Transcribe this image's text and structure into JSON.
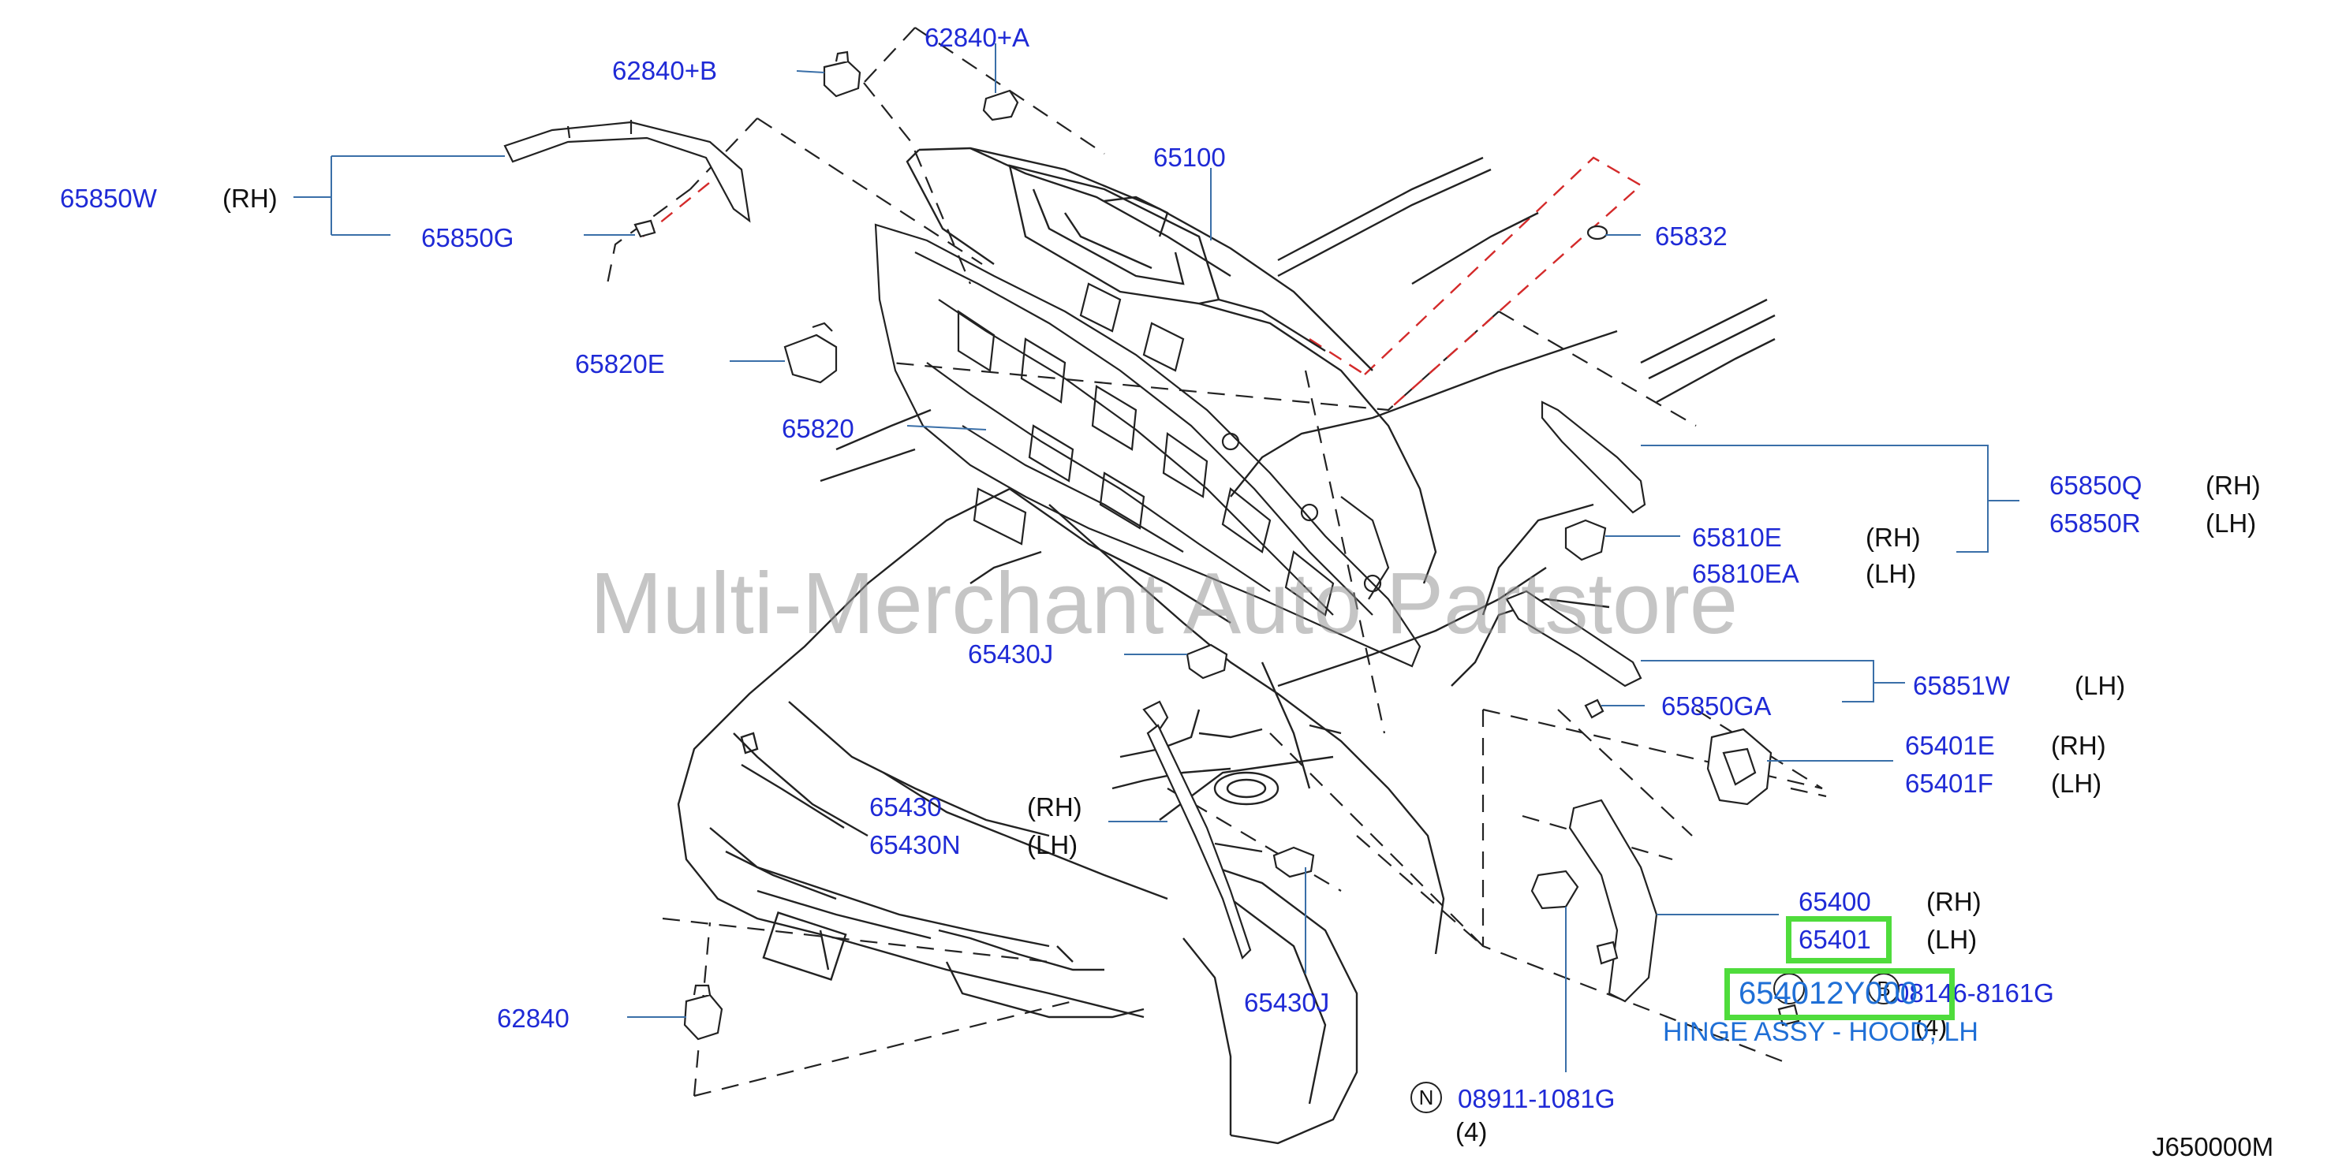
{
  "watermark": "Multi-Merchant Auto Partstore",
  "diagram_code": "J650000M",
  "colors": {
    "part_number": "#1f2ad6",
    "side": "#111111",
    "highlight_border": "#4fdc3c",
    "highlight_text": "#1f6fd6",
    "leader": "#3a6fa8",
    "line_art": "#222222",
    "dash_red": "#d42a2a"
  },
  "labels": {
    "p62840b": "62840+B",
    "p62840a": "62840+A",
    "p65100": "65100",
    "p65850w": "65850W",
    "p65850w_side": "(RH)",
    "p65850g": "65850G",
    "p65832": "65832",
    "p65820e": "65820E",
    "p65820": "65820",
    "p65850q": "65850Q",
    "p65850q_side": "(RH)",
    "p65850r": "65850R",
    "p65850r_side": "(LH)",
    "p65810e": "65810E",
    "p65810e_side": "(RH)",
    "p65810ea": "65810EA",
    "p65810ea_side": "(LH)",
    "p65430j_top": "65430J",
    "p65851w": "65851W",
    "p65851w_side": "(LH)",
    "p65850ga": "65850GA",
    "p65401e": "65401E",
    "p65401e_side": "(RH)",
    "p65401f": "65401F",
    "p65401f_side": "(LH)",
    "p65430": "65430",
    "p65430_side": "(RH)",
    "p65430n": "65430N",
    "p65430n_side": "(LH)",
    "p65400": "65400",
    "p65400_side": "(RH)",
    "p65401": "65401",
    "p65401_side": "(LH)",
    "p08146": "08146-8161G",
    "p08146_qty": "(4)",
    "p08146_circle": "B",
    "p62840": "62840",
    "p65430j_bottom": "65430J",
    "p08911": "08911-1081G",
    "p08911_qty": "(4)",
    "p08911_circle": "N"
  },
  "highlight": {
    "part_number": "654012Y000",
    "description": "HINGE ASSY - HOOD, LH"
  }
}
